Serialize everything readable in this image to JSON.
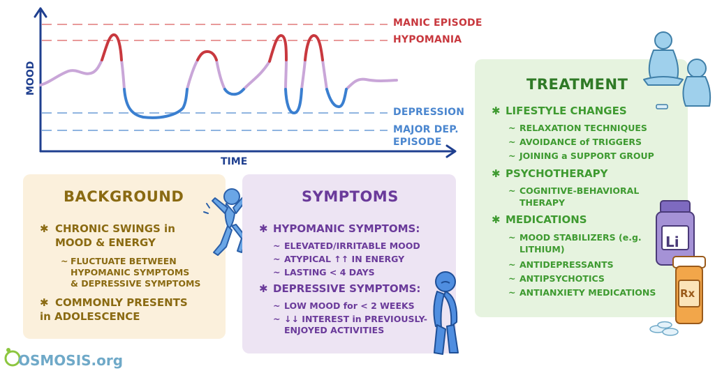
{
  "chart": {
    "y_axis_label": "MOOD",
    "x_axis_label": "TIME",
    "reference_lines": [
      {
        "label": "MANIC EPISODE",
        "color": "#c8383e"
      },
      {
        "label": "HYPOMANIA",
        "color": "#c8383e"
      },
      {
        "label": "DEPRESSION",
        "color": "#4a86cf"
      },
      {
        "label_line1": "MAJOR DEP.",
        "label_line2": "EPISODE",
        "color": "#4a86cf"
      }
    ],
    "colors": {
      "axis": "#1f3f8f",
      "manic_segment": "#c8383e",
      "normal_segment": "#c9a6d8",
      "depressive_segment": "#3a7fd0",
      "manic_dash": "#e89a9a",
      "depression_dash": "#8fb4e0"
    }
  },
  "background": {
    "title": "BACKGROUND",
    "items": [
      {
        "line1": "CHRONIC SWINGS in",
        "line2": "MOOD & ENERGY",
        "sub": [
          "FLUCTUATE BETWEEN",
          "HYPOMANIC SYMPTOMS",
          "& DEPRESSIVE SYMPTOMS"
        ]
      },
      {
        "line1": "COMMONLY PRESENTS",
        "line2": "in ADOLESCENCE"
      }
    ]
  },
  "symptoms": {
    "title": "SYMPTOMS",
    "groups": [
      {
        "heading": "HYPOMANIC SYMPTOMS:",
        "items": [
          "ELEVATED/IRRITABLE MOOD",
          "ATYPICAL ↑↑ IN ENERGY",
          "LASTING < 4 DAYS"
        ]
      },
      {
        "heading": "DEPRESSIVE SYMPTOMS:",
        "items": [
          "LOW MOOD for < 2 WEEKS",
          "↓↓ INTEREST in PREVIOUSLY-",
          "ENJOYED ACTIVITIES"
        ]
      }
    ]
  },
  "treatment": {
    "title": "TREATMENT",
    "groups": [
      {
        "heading": "LIFESTYLE CHANGES",
        "items": [
          "RELAXATION TECHNIQUES",
          "AVOIDANCE of TRIGGERS",
          "JOINING a SUPPORT GROUP"
        ]
      },
      {
        "heading": "PSYCHOTHERAPY",
        "items": [
          "COGNITIVE-BEHAVIORAL",
          "THERAPY"
        ]
      },
      {
        "heading": "MEDICATIONS",
        "items": [
          "MOOD STABILIZERS (e.g.",
          "LITHIUM)",
          "ANTIDEPRESSANTS",
          "ANTIPSYCHOTICS",
          "ANTIANXIETY MEDICATIONS"
        ]
      }
    ]
  },
  "bottle_labels": {
    "lithium": "Li",
    "prescription": "Rx"
  },
  "logo": {
    "text": "OSMOSIS.org"
  },
  "symbols": {
    "bullet": "✱",
    "dash": "~"
  }
}
